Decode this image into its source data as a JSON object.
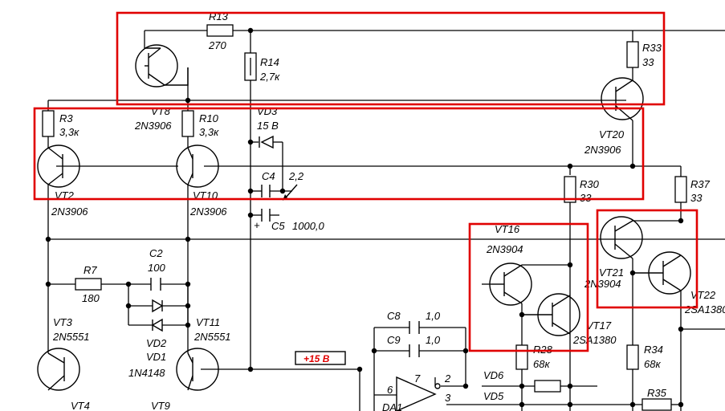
{
  "labels": {
    "R13": "R13",
    "R13v": "270",
    "R14": "R14",
    "R14v": "2,7к",
    "R33": "R33",
    "R33v": "33",
    "VT8": "VT8",
    "VT8t": "2N3906",
    "R3": "R3",
    "R3v": "3,3к",
    "R10": "R10",
    "R10v": "3,3к",
    "VD3": "VD3",
    "VD3v": "15 В",
    "VT20": "VT20",
    "VT20t": "2N3906",
    "C4": "C4",
    "C4v": "2,2",
    "VT2": "VT2",
    "VT2t": "2N3906",
    "VT10": "VT10",
    "VT10t": "2N3906",
    "R30": "R30",
    "R30v": "33",
    "R37": "R37",
    "R37v": "33",
    "C5": "C5",
    "C5v": "1000,0",
    "VT16": "VT16",
    "VT16t": "2N3904",
    "VT21": "VT21",
    "VT21t": "2N3904",
    "VT22": "VT22",
    "VT22t": "2SA1380",
    "C2": "C2",
    "C2v": "100",
    "R7": "R7",
    "R7v": "180",
    "VT3": "VT3",
    "VT3t": "2N5551",
    "VT11": "VT11",
    "VT11t": "2N5551",
    "VD2": "VD2",
    "VD1": "VD1",
    "VD1t": "1N4148",
    "C8": "C8",
    "C8v": "1,0",
    "C9": "C9",
    "C9v": "1,0",
    "VT17": "VT17",
    "VT17t": "2SA1380",
    "R28": "R28",
    "R28v": "68к",
    "R34": "R34",
    "R34v": "68к",
    "pwr": "+15 В",
    "p7": "7",
    "p6": "6",
    "p2": "2",
    "p3": "3",
    "VD6": "VD6",
    "VD5": "VD5",
    "R35": "R35",
    "DA1": "DA1",
    "VT4": "VT4",
    "VT9": "VT9"
  },
  "colors": {
    "highlight": "#e00000",
    "wire": "#000000",
    "background": "#ffffff"
  }
}
